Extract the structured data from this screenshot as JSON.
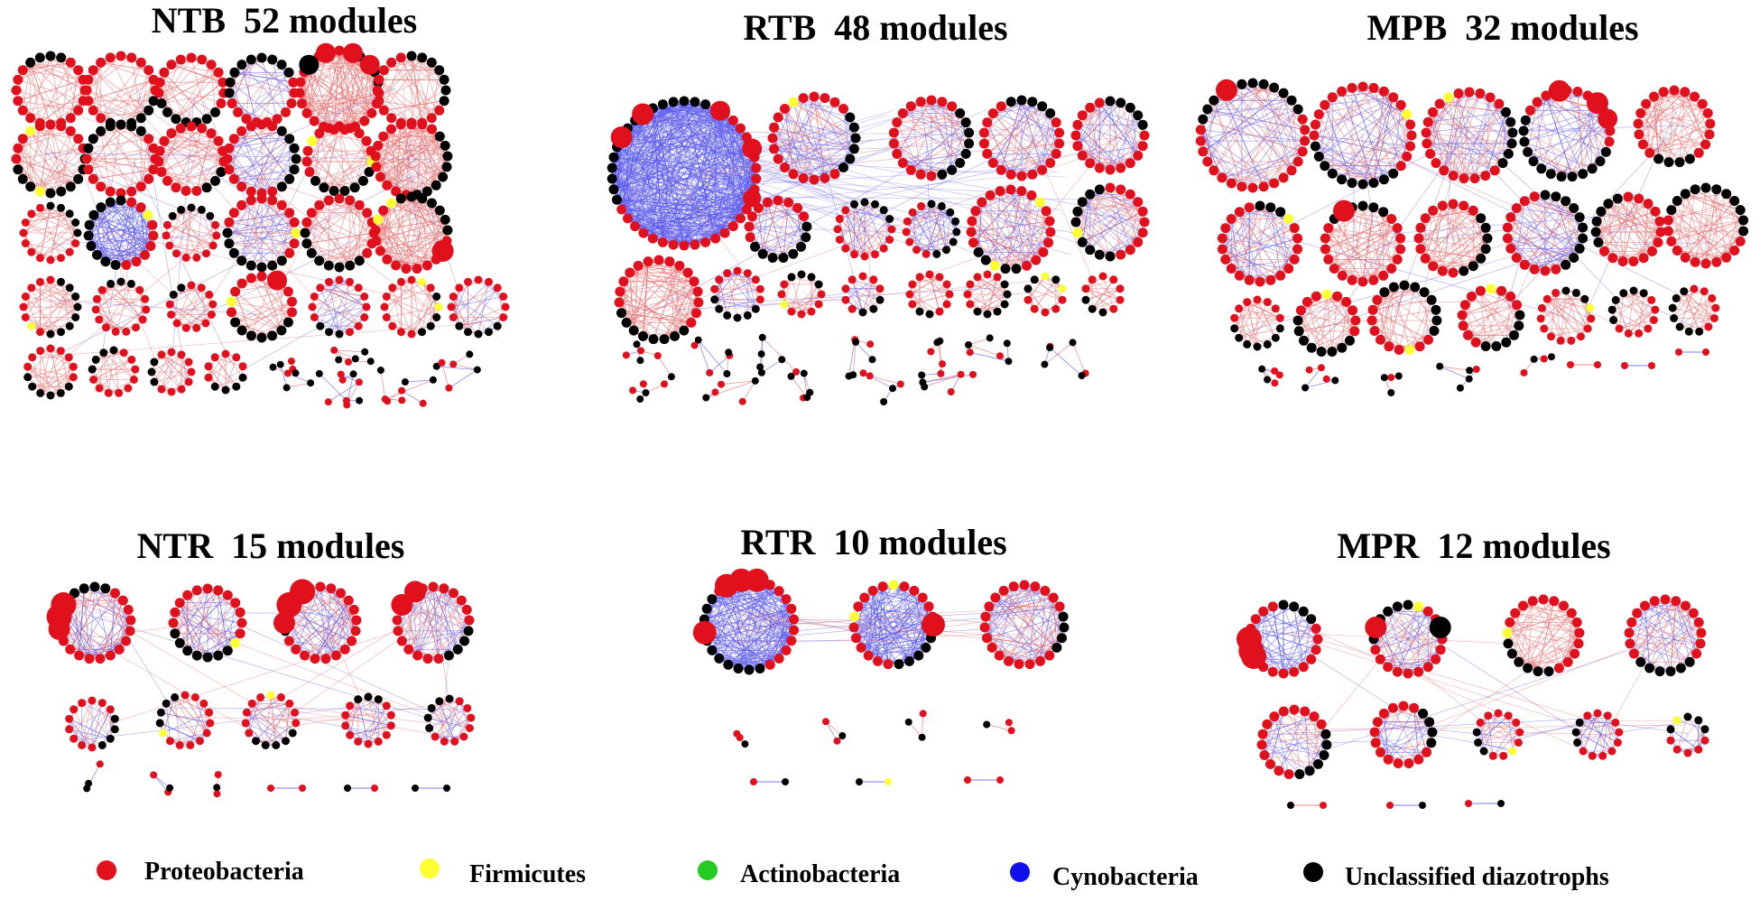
{
  "figure": {
    "panels": [
      {
        "id": "NTB",
        "title": "NTB  52 modules"
      },
      {
        "id": "RTB",
        "title": "RTB  48 modules"
      },
      {
        "id": "MPB",
        "title": "MPB  32 modules"
      },
      {
        "id": "NTR",
        "title": "NTR  15 modules"
      },
      {
        "id": "RTR",
        "title": "RTR  10 modules"
      },
      {
        "id": "MPR",
        "title": "MPR  12 modules"
      }
    ],
    "legend": [
      {
        "label": "Proteobacteria",
        "color": "#e0101c"
      },
      {
        "label": "Firmicutes",
        "color": "#ffff33"
      },
      {
        "label": "Actinobacteria",
        "color": "#22cc22"
      },
      {
        "label": "Cynobacteria",
        "color": "#1010ee"
      },
      {
        "label": "Unclassified diazotrophs",
        "color": "#000000"
      }
    ],
    "edge_colors": {
      "positive": "#e86a6a",
      "negative": "#5a5af0"
    }
  }
}
